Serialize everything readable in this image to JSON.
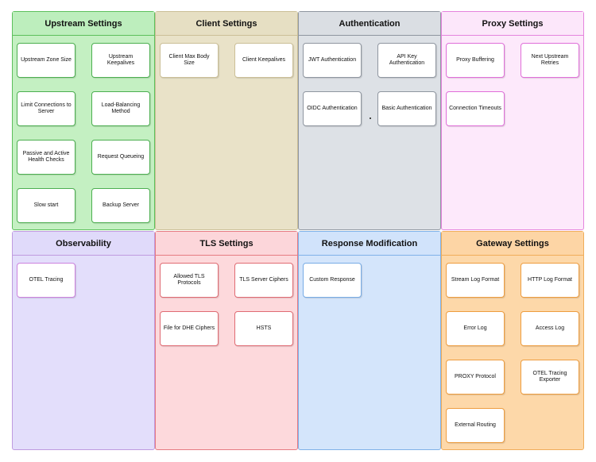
{
  "panels": [
    {
      "title": "Upstream Settings",
      "fill": "#c4f0c2",
      "header_fill": "#bdeebd",
      "border": "#5cc05c",
      "card_border": "#4caf50",
      "cards": [
        "Upstream Zone Size",
        "Upstream Keepalives",
        "Limit Connections to Server",
        "Load-Balancing Method",
        "Passive and Active Health Checks",
        "Request Queueing",
        "Slow start",
        "Backup Server"
      ]
    },
    {
      "title": "Client Settings",
      "fill": "#e9e2c8",
      "header_fill": "#e6dfc3",
      "border": "#cbbf97",
      "card_border": "#cbbf97",
      "cards": [
        "Client Max Body Size",
        "Client Keepalives"
      ]
    },
    {
      "title": "Authentication",
      "fill": "#dde1e6",
      "header_fill": "#dadee3",
      "border": "#8f96a0",
      "card_border": "#8f96a0",
      "cards": [
        "JWT Authentication",
        "API Key Authentication",
        "OIDC Authentication",
        "Basic Authentication"
      ]
    },
    {
      "title": "Proxy Settings",
      "fill": "#fde9fb",
      "header_fill": "#fce7fa",
      "border": "#e584dd",
      "card_border": "#e06fd9",
      "cards": [
        "Proxy Buffering",
        "Next Upstream Retries",
        "Connection Timeouts"
      ]
    },
    {
      "title": "Observability",
      "fill": "#e3defb",
      "header_fill": "#e0dafa",
      "border": "#bf9ae0",
      "card_border": "#cc82de",
      "cards": [
        "OTEL Tracing"
      ]
    },
    {
      "title": "TLS Settings",
      "fill": "#fdd9dc",
      "header_fill": "#fcd6da",
      "border": "#e67b82",
      "card_border": "#e06b73",
      "cards": [
        "Allowed TLS Protocols",
        "TLS Server Ciphers",
        "File for DHE Ciphers",
        "HSTS"
      ]
    },
    {
      "title": "Response Modification",
      "fill": "#d4e5fb",
      "header_fill": "#d1e3fb",
      "border": "#7fb1e8",
      "card_border": "#78ace6",
      "cards": [
        "Custom Response"
      ]
    },
    {
      "title": "Gateway Settings",
      "fill": "#fdd8a9",
      "header_fill": "#fdd5a5",
      "border": "#f0ad5a",
      "card_border": "#ee9d3f",
      "cards": [
        "Stream Log Format",
        "HTTP Log Format",
        "Error Log",
        "Access Log",
        "PROXY Protocol",
        "OTEL Tracing Exporter",
        "External Routing"
      ]
    }
  ]
}
